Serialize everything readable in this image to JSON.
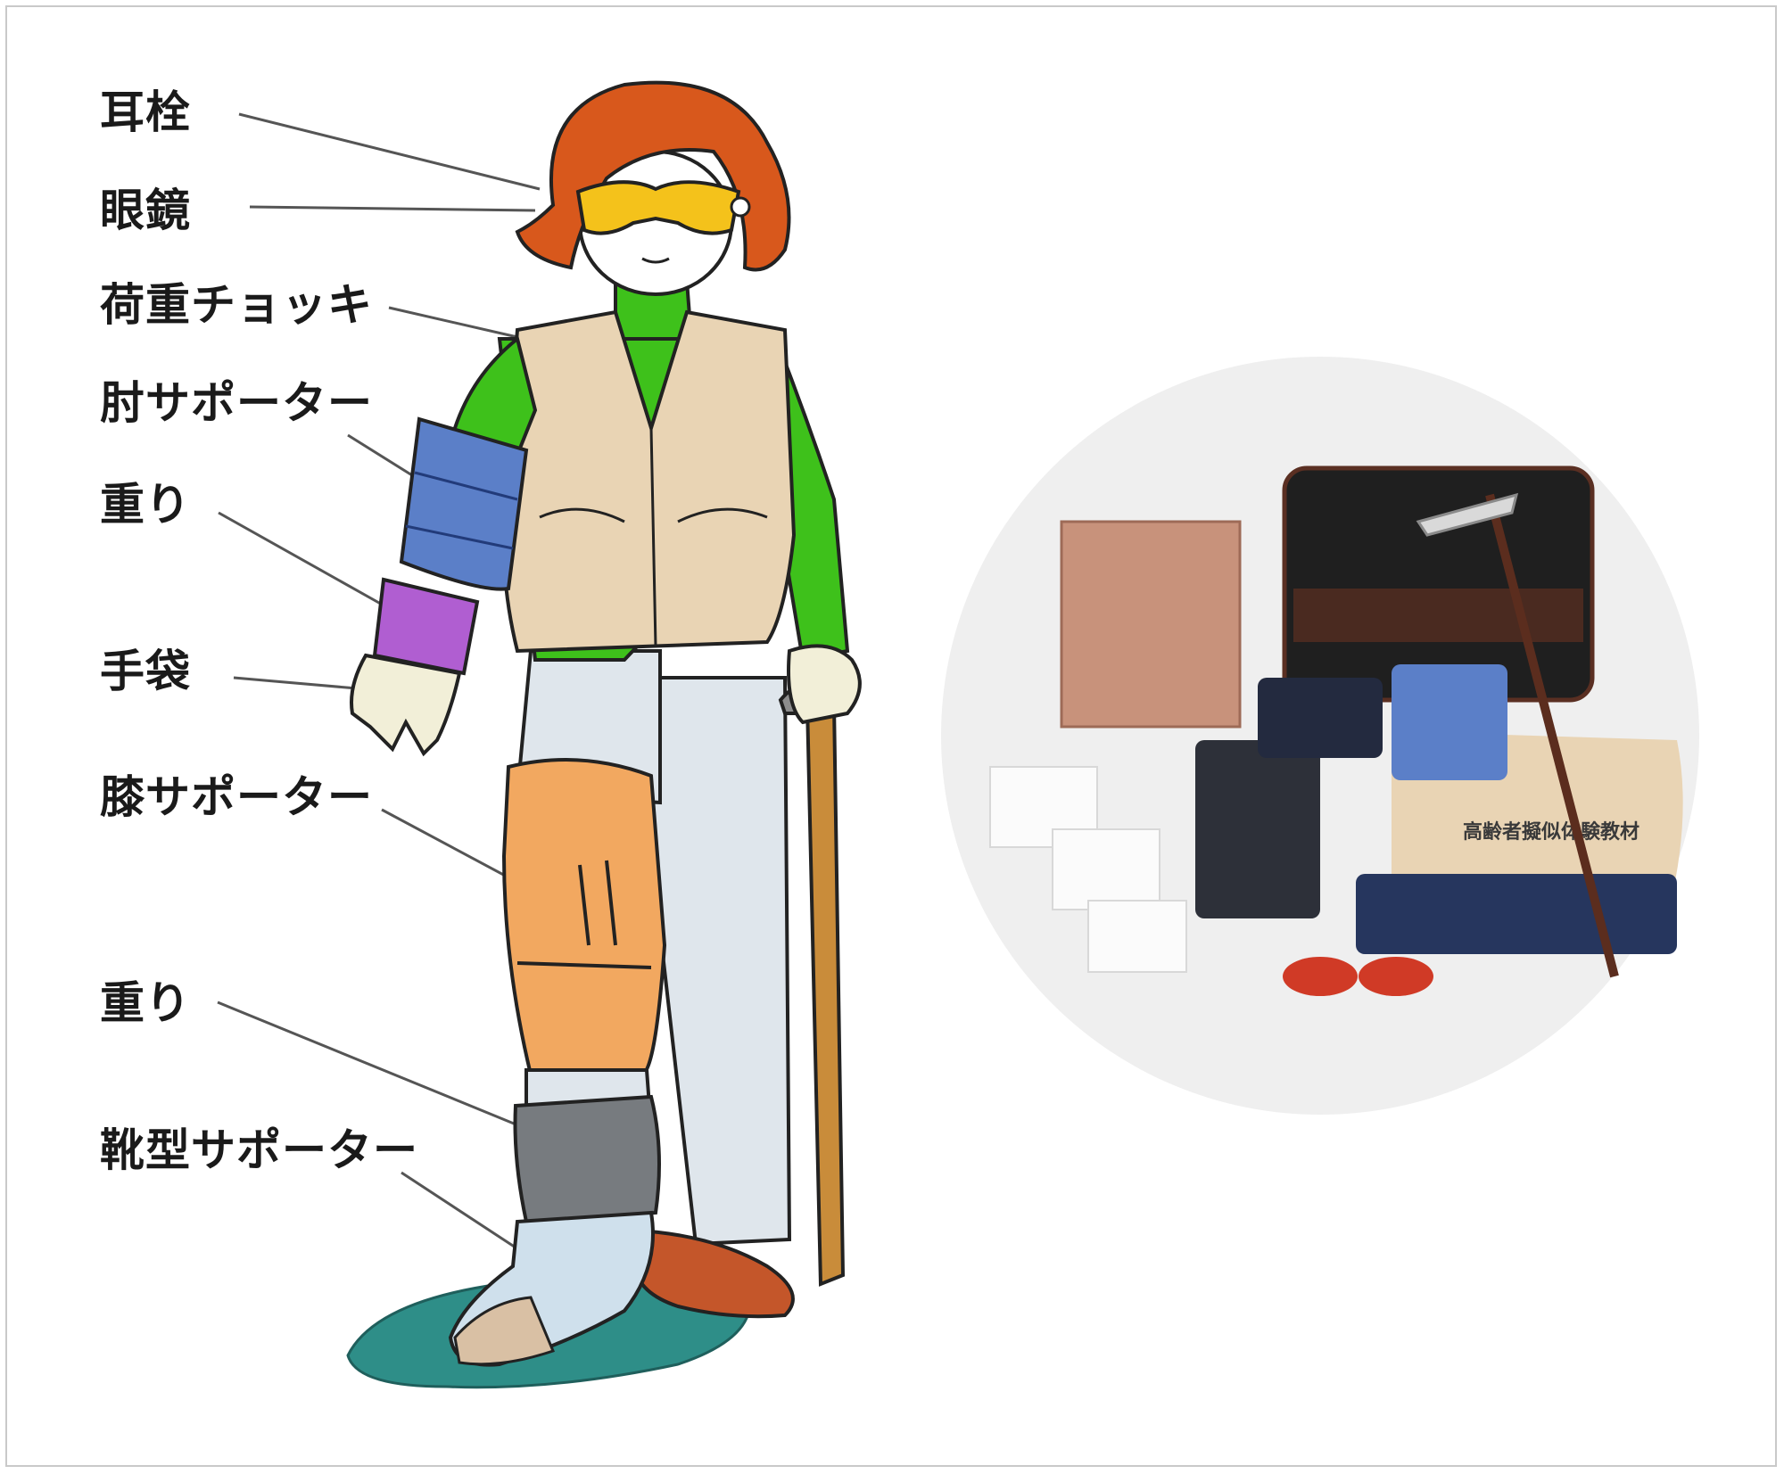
{
  "labels": {
    "earplug": "耳栓",
    "glasses": "眼鏡",
    "weighted_vest": "荷重チョッキ",
    "elbow_supporter": "肘サポーター",
    "weight_arm": "重り",
    "gloves": "手袋",
    "knee_supporter": "膝サポーター",
    "weight_leg": "重り",
    "shoe_supporter": "靴型サポーター"
  },
  "colors": {
    "hair": "#d8581c",
    "shirt": "#3ec11b",
    "vest": "#e9d4b4",
    "elbow_pad": "#5b7fc8",
    "wrist_weight": "#b05ed1",
    "glove": "#f2efd8",
    "pants": "#dfe6ec",
    "knee_pad": "#f2a860",
    "ankle_weight": "#777b7f",
    "cane": "#c98c3a",
    "shoe": "#c4562a",
    "shadow": "#2e8e88",
    "photo_bg": "#efefef"
  },
  "photo": {
    "vest_print": "高齢者擬似体験教材"
  }
}
